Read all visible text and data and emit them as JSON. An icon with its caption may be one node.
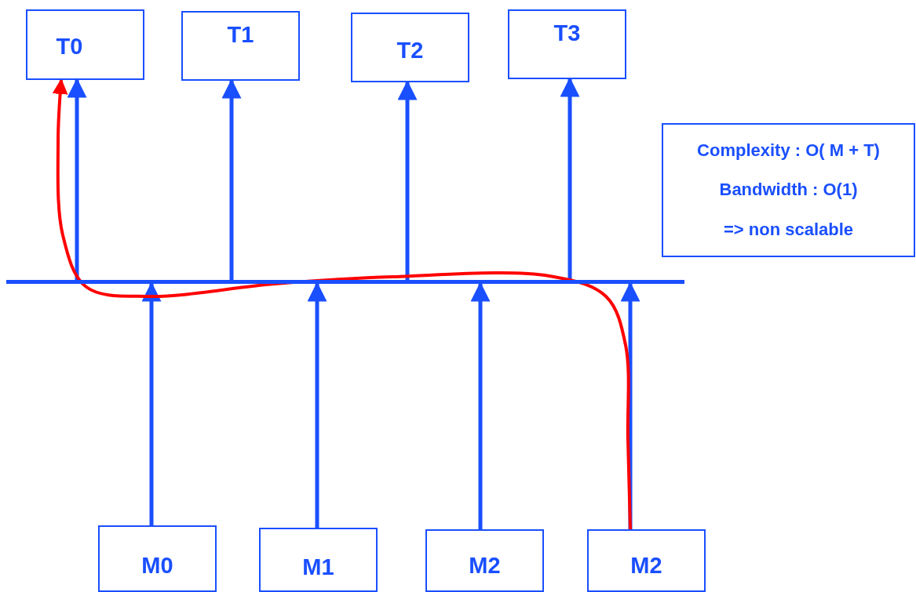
{
  "diagram": {
    "nodes": [
      {
        "text": [
          "T0"
        ]
      },
      {
        "text": [
          "T1"
        ]
      },
      {
        "text": [
          "T2"
        ]
      },
      {
        "text": [
          "T3"
        ]
      },
      {
        "text": [
          "Complexity : O( M + T)",
          "Bandwidth : O(1)",
          "=> non scalable"
        ]
      },
      {
        "text": [],
        "shape": "bar"
      },
      {
        "text": [
          "M0"
        ]
      },
      {
        "text": [
          "M1"
        ]
      },
      {
        "text": [
          "M2"
        ]
      },
      {
        "text": [
          "M2"
        ]
      }
    ],
    "edges": [
      {
        "from": 5,
        "to": 0,
        "arrow": "to"
      },
      {
        "from": 5,
        "to": 1,
        "arrow": "to"
      },
      {
        "from": 5,
        "to": 2,
        "arrow": "to"
      },
      {
        "from": 5,
        "to": 3,
        "arrow": "to"
      },
      {
        "from": 6,
        "to": 5,
        "arrow": "to"
      },
      {
        "from": 7,
        "to": 5,
        "arrow": "to"
      },
      {
        "from": 8,
        "to": 5,
        "arrow": "to"
      },
      {
        "from": 9,
        "to": 5,
        "arrow": "to"
      },
      {
        "from": 9,
        "to": 0,
        "arrow": "to",
        "color": "#ff0000"
      }
    ]
  }
}
